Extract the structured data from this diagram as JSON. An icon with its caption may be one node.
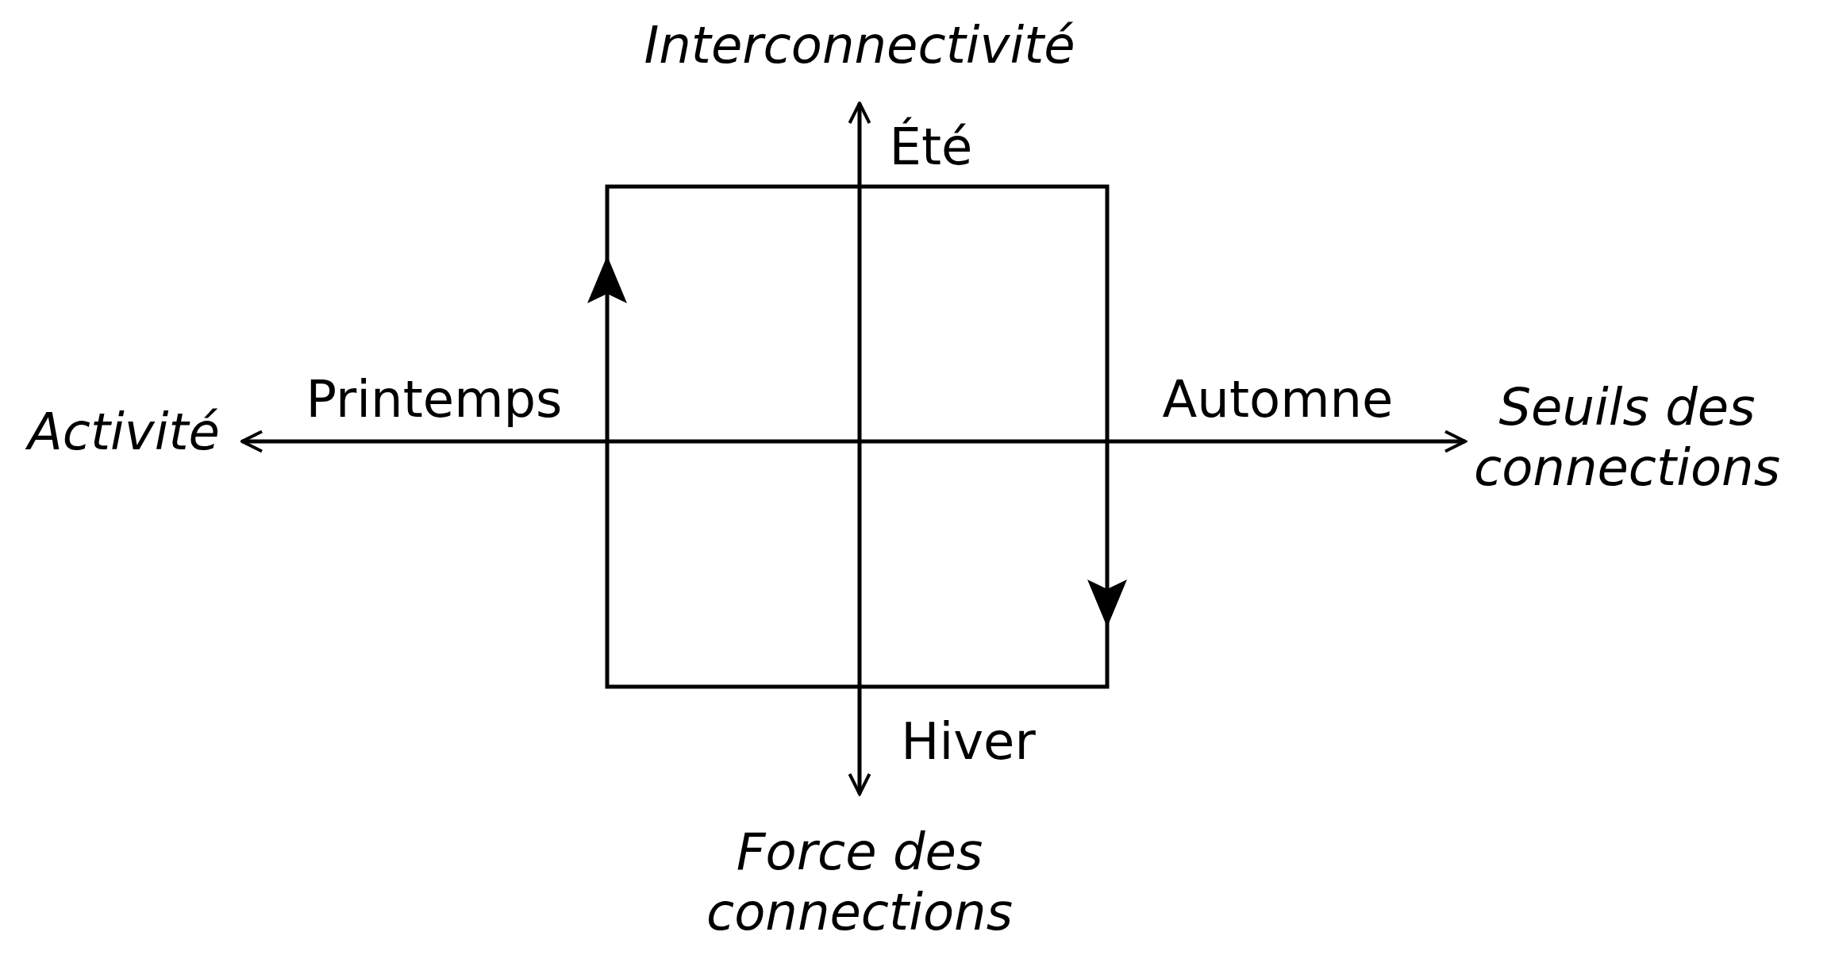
{
  "diagram": {
    "labels": [
      "Interconnectivité",
      "Été",
      "Activité",
      "Printemps",
      "Automne",
      "Seuils des connections",
      "Hiver",
      "Force des connections"
    ]
  }
}
